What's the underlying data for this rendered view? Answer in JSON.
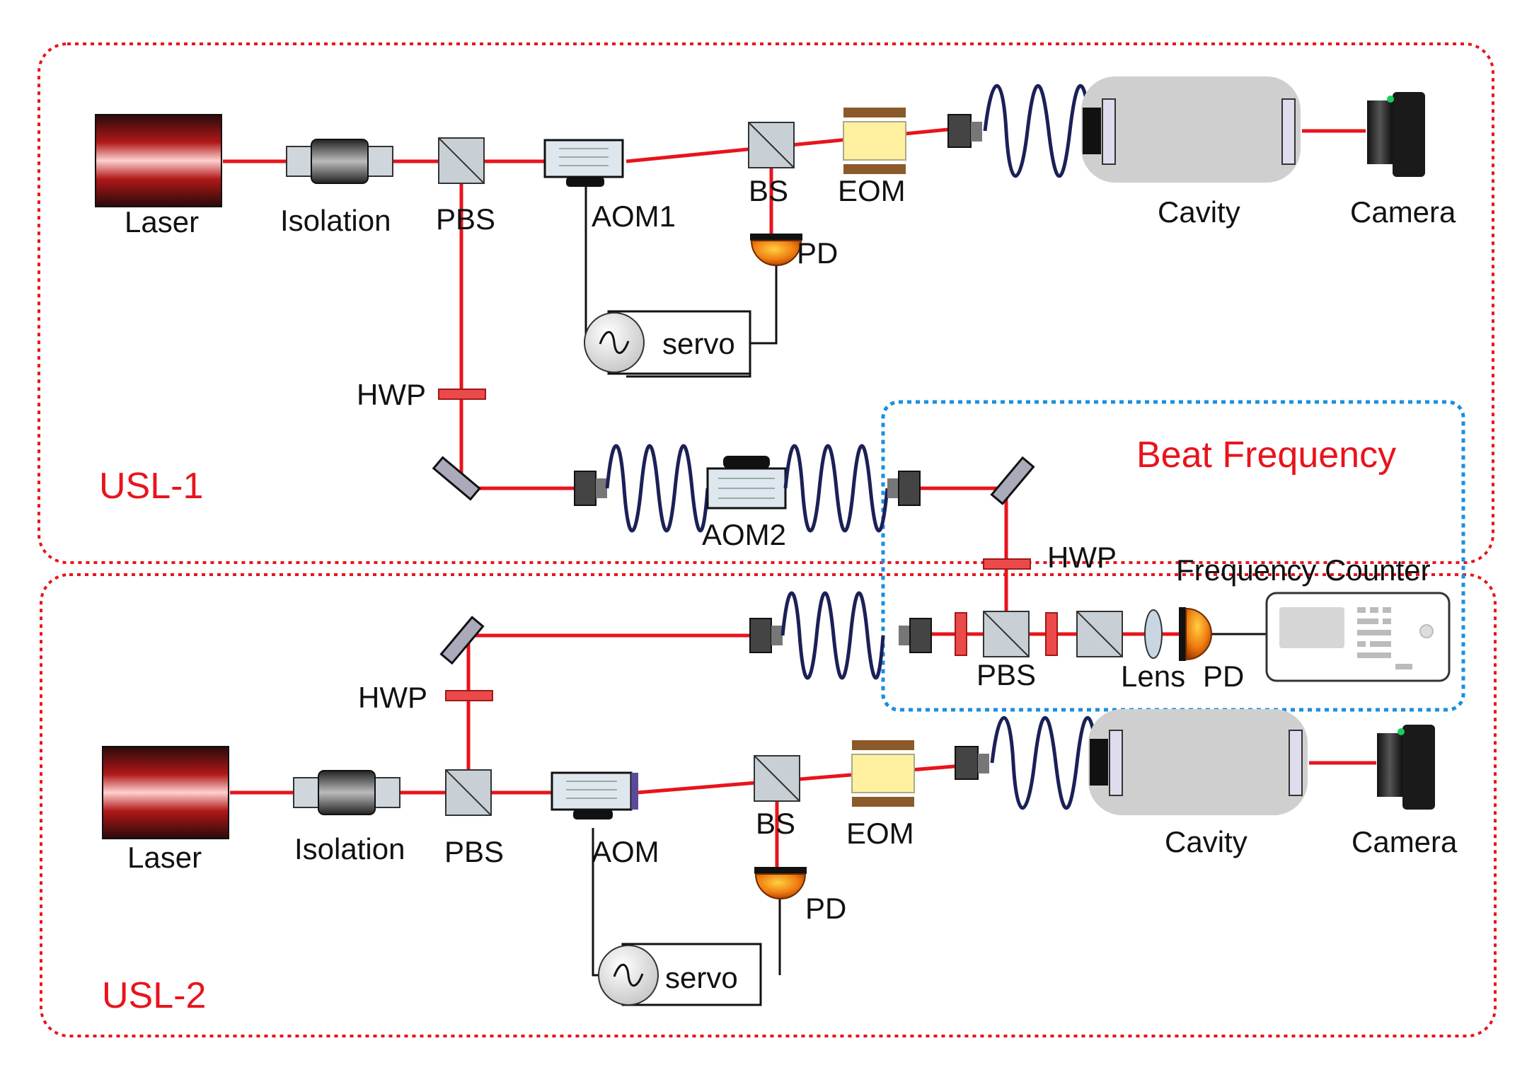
{
  "colors": {
    "laser_beam": "#e8141c",
    "usl_border": "#e8141c",
    "beat_border": "#1a8fe0",
    "section_text": "#e8141c",
    "fiber": "#1b2156",
    "cavity_fill": "#cfcfcf",
    "pd_orange": "#ef7a10",
    "eom_yellow": "#fff0a0",
    "eom_brown": "#8a5a2a"
  },
  "sections": {
    "usl1": "USL-1",
    "usl2": "USL-2",
    "beat": "Beat Frequency"
  },
  "usl1": {
    "laser": "Laser",
    "isolation": "Isolation",
    "pbs": "PBS",
    "aom": "AOM1",
    "bs": "BS",
    "eom": "EOM",
    "cavity": "Cavity",
    "camera": "Camera",
    "pd": "PD",
    "servo": "servo",
    "hwp": "HWP",
    "aom2": "AOM2"
  },
  "usl2": {
    "laser": "Laser",
    "isolation": "Isolation",
    "pbs": "PBS",
    "aom": "AOM",
    "bs": "BS",
    "eom": "EOM",
    "cavity": "Cavity",
    "camera": "Camera",
    "pd": "PD",
    "servo": "servo",
    "hwp": "HWP"
  },
  "beat": {
    "hwp": "HWP",
    "frequency_counter": "Frequency Counter",
    "pbs": "PBS",
    "lens": "Lens",
    "pd": "PD"
  },
  "icons": [
    "laser-icon",
    "isolator-icon",
    "pbs-cube-icon",
    "aom-icon",
    "beam-splitter-icon",
    "eom-icon",
    "fiber-coupler-icon",
    "fiber-coil-icon",
    "cavity-icon",
    "camera-icon",
    "photodiode-icon",
    "oscillator-icon",
    "waveplate-icon",
    "mirror-icon",
    "lens-icon",
    "frequency-counter-icon"
  ]
}
